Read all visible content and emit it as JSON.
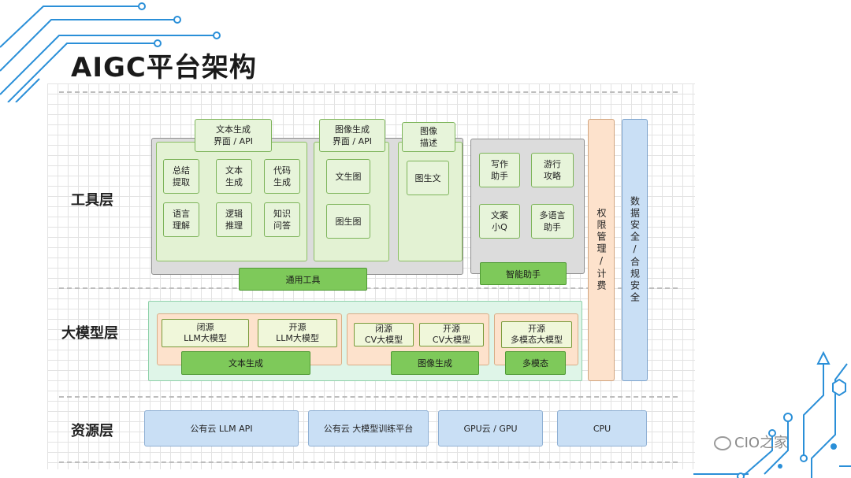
{
  "title": "AIGC平台架构",
  "layers": {
    "tool": "工具层",
    "model": "大模型层",
    "resource": "资源层"
  },
  "tool_layer": {
    "general": {
      "header": "文本生成\n界面 / API",
      "items": [
        "总结\n提取",
        "文本\n生成",
        "代码\n生成",
        "语言\n理解",
        "逻辑\n推理",
        "知识\n问答"
      ],
      "image_gen_header": "图像生成\n界面 / API",
      "image_gen_items": [
        "文生图",
        "图生图"
      ],
      "image_desc_header": "图像\n描述",
      "image_desc_items": [
        "图生文"
      ],
      "footer": "通用工具"
    },
    "assistant": {
      "items": [
        "写作\n助手",
        "游行\n攻略",
        "文案\n小Q",
        "多语言\n助手"
      ],
      "footer": "智能助手"
    }
  },
  "model_layer": {
    "text": {
      "items": [
        "闭源\nLLM大模型",
        "开源\nLLM大模型"
      ],
      "footer": "文本生成"
    },
    "image": {
      "items": [
        "闭源\nCV大模型",
        "开源\nCV大模型"
      ],
      "footer": "图像生成"
    },
    "multi": {
      "items": [
        "开源\n多模态大模型"
      ],
      "footer": "多模态"
    }
  },
  "resource_layer": {
    "items": [
      "公有云 LLM API",
      "公有云 大模型训练平台",
      "GPU云 / GPU",
      "CPU"
    ]
  },
  "side": {
    "permission": "权限管理/计费",
    "security": "数据安全/合规安全"
  },
  "watermark": "CIO之家",
  "colors": {
    "accent_blue": "#2a8fd8",
    "green": "#7ec95a",
    "peach": "#fde2cc",
    "blue_box": "#c9dff5"
  }
}
